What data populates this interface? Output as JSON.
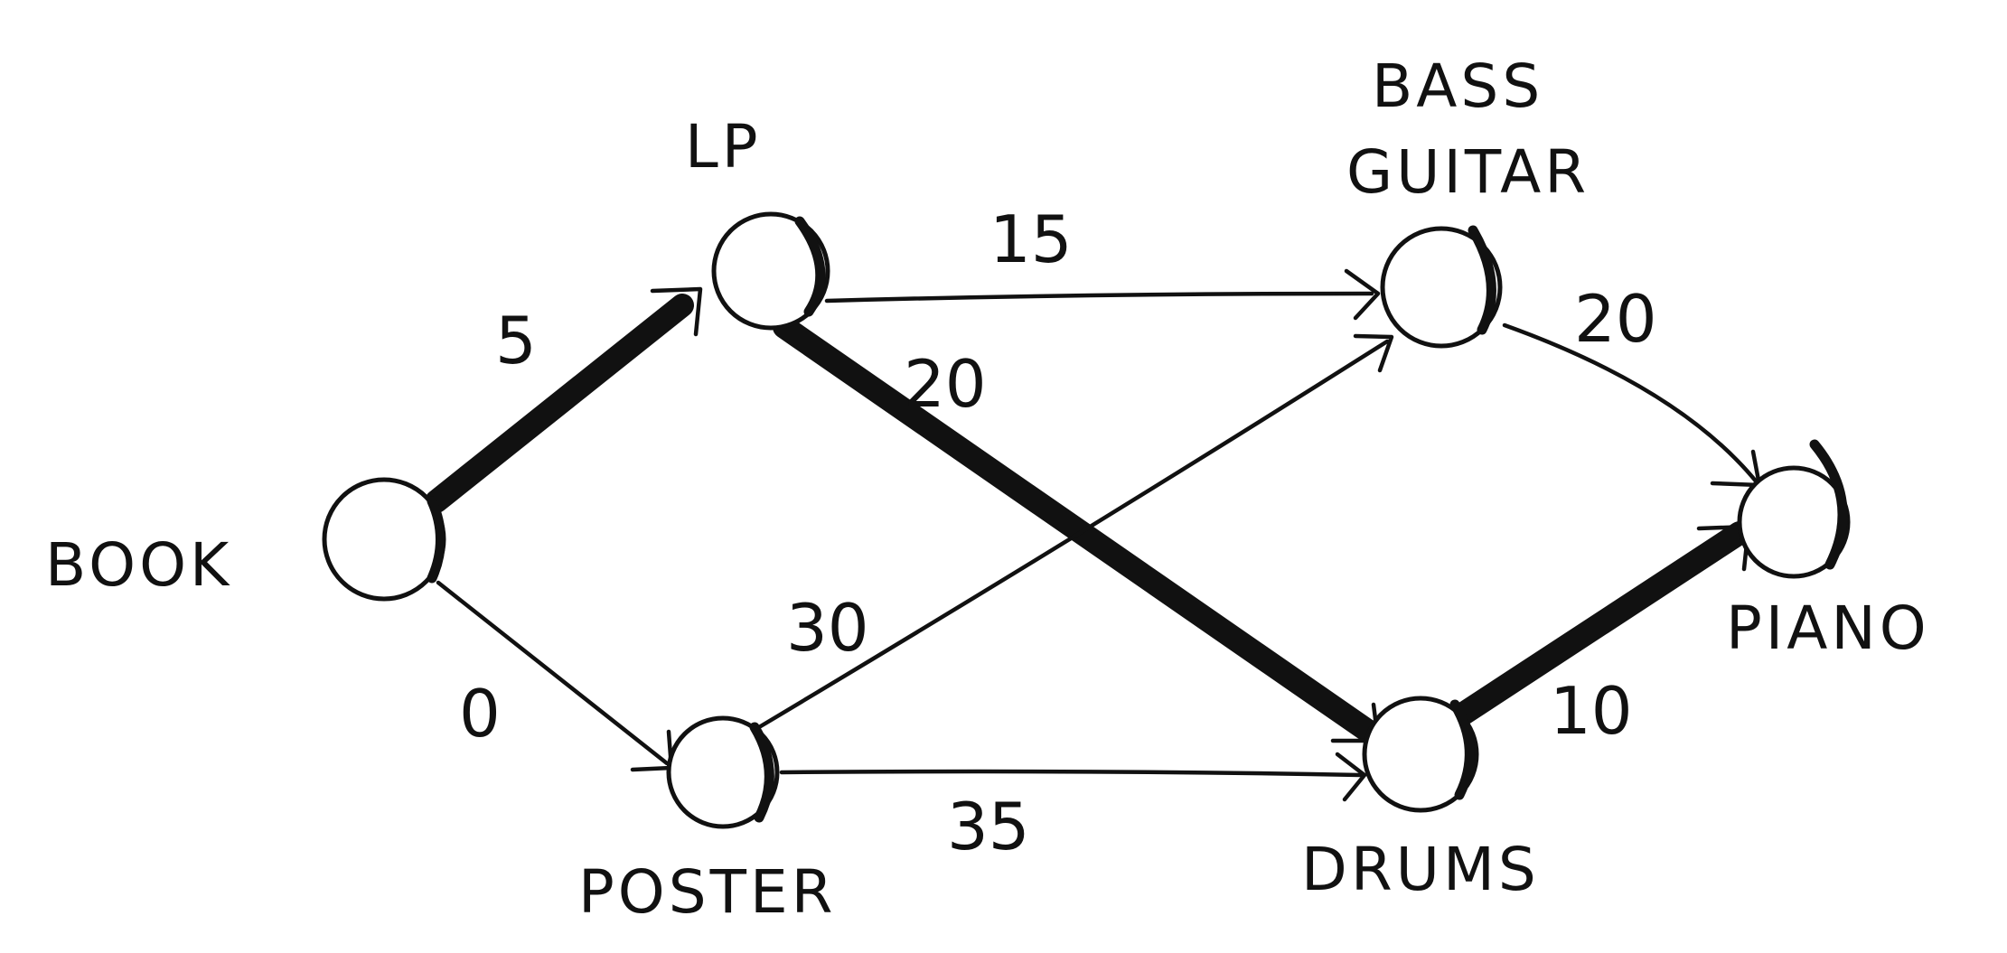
{
  "diagram": {
    "nodes": {
      "book": {
        "label": "BOOK"
      },
      "lp": {
        "label": "LP"
      },
      "bass": {
        "label_line1": "BASS",
        "label_line2": "GUITAR"
      },
      "poster": {
        "label": "POSTER"
      },
      "drums": {
        "label": "DRUMS"
      },
      "piano": {
        "label": "PIANO"
      }
    },
    "edges": {
      "book_lp": {
        "from": "BOOK",
        "to": "LP",
        "weight": "5",
        "highlighted": true
      },
      "book_poster": {
        "from": "BOOK",
        "to": "POSTER",
        "weight": "0",
        "highlighted": false
      },
      "lp_bass": {
        "from": "LP",
        "to": "BASS GUITAR",
        "weight": "15",
        "highlighted": false
      },
      "lp_drums": {
        "from": "LP",
        "to": "DRUMS",
        "weight": "20",
        "highlighted": true
      },
      "poster_bass": {
        "from": "POSTER",
        "to": "BASS GUITAR",
        "weight": "30",
        "highlighted": false
      },
      "poster_drums": {
        "from": "POSTER",
        "to": "DRUMS",
        "weight": "35",
        "highlighted": false
      },
      "bass_piano": {
        "from": "BASS GUITAR",
        "to": "PIANO",
        "weight": "20",
        "highlighted": false
      },
      "drums_piano": {
        "from": "DRUMS",
        "to": "PIANO",
        "weight": "10",
        "highlighted": true
      }
    }
  }
}
